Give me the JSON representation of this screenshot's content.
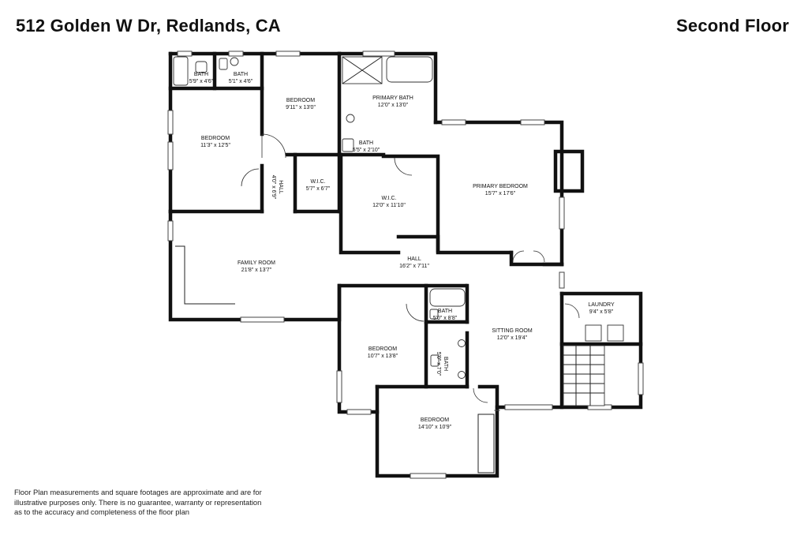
{
  "header": {
    "address": "512 Golden W Dr, Redlands, CA",
    "floor": "Second Floor"
  },
  "rooms": [
    {
      "id": "bath-a",
      "name": "BATH",
      "dims": "5'9\" x 4'6\""
    },
    {
      "id": "bath-b",
      "name": "BATH",
      "dims": "5'1\" x 4'6\""
    },
    {
      "id": "bedroom-1",
      "name": "BEDROOM",
      "dims": "11'3\" x 12'5\""
    },
    {
      "id": "bedroom-2",
      "name": "BEDROOM",
      "dims": "9'11\" x 13'0\""
    },
    {
      "id": "primary-bath",
      "name": "PRIMARY BATH",
      "dims": "12'0\" x 13'0\""
    },
    {
      "id": "bath-c",
      "name": "BATH",
      "dims": "5'5\" x 2'10\""
    },
    {
      "id": "hall-1",
      "name": "HALL",
      "dims": "4'0\" x 6'9\""
    },
    {
      "id": "wic-1",
      "name": "W.I.C.",
      "dims": "5'7\" x 6'7\""
    },
    {
      "id": "wic-2",
      "name": "W.I.C.",
      "dims": "12'0\" x 11'10\""
    },
    {
      "id": "primary-bedroom",
      "name": "PRIMARY BEDROOM",
      "dims": "15'7\" x 17'6\""
    },
    {
      "id": "family-room",
      "name": "FAMILY ROOM",
      "dims": "21'8\" x 13'7\""
    },
    {
      "id": "hall-2",
      "name": "HALL",
      "dims": "16'2\" x 7'11\""
    },
    {
      "id": "laundry",
      "name": "LAUNDRY",
      "dims": "9'4\" x 5'8\""
    },
    {
      "id": "bath-d",
      "name": "BATH",
      "dims": "5'0\" x 8'8\""
    },
    {
      "id": "sitting-room",
      "name": "SITTING ROOM",
      "dims": "12'0\" x 19'4\""
    },
    {
      "id": "bath-e",
      "name": "BATH",
      "dims": "5'0\" x 7'0\""
    },
    {
      "id": "bedroom-3",
      "name": "BEDROOM",
      "dims": "10'7\" x 13'8\""
    },
    {
      "id": "bedroom-4",
      "name": "BEDROOM",
      "dims": "14'10\" x 10'9\""
    }
  ],
  "disclaimer": {
    "line1": "Floor Plan measurements and square footages are approximate and are for",
    "line2": "illustrative purposes only. There is no guarantee, warranty or representation",
    "line3": "as to the accuracy and completeness of the floor plan"
  }
}
